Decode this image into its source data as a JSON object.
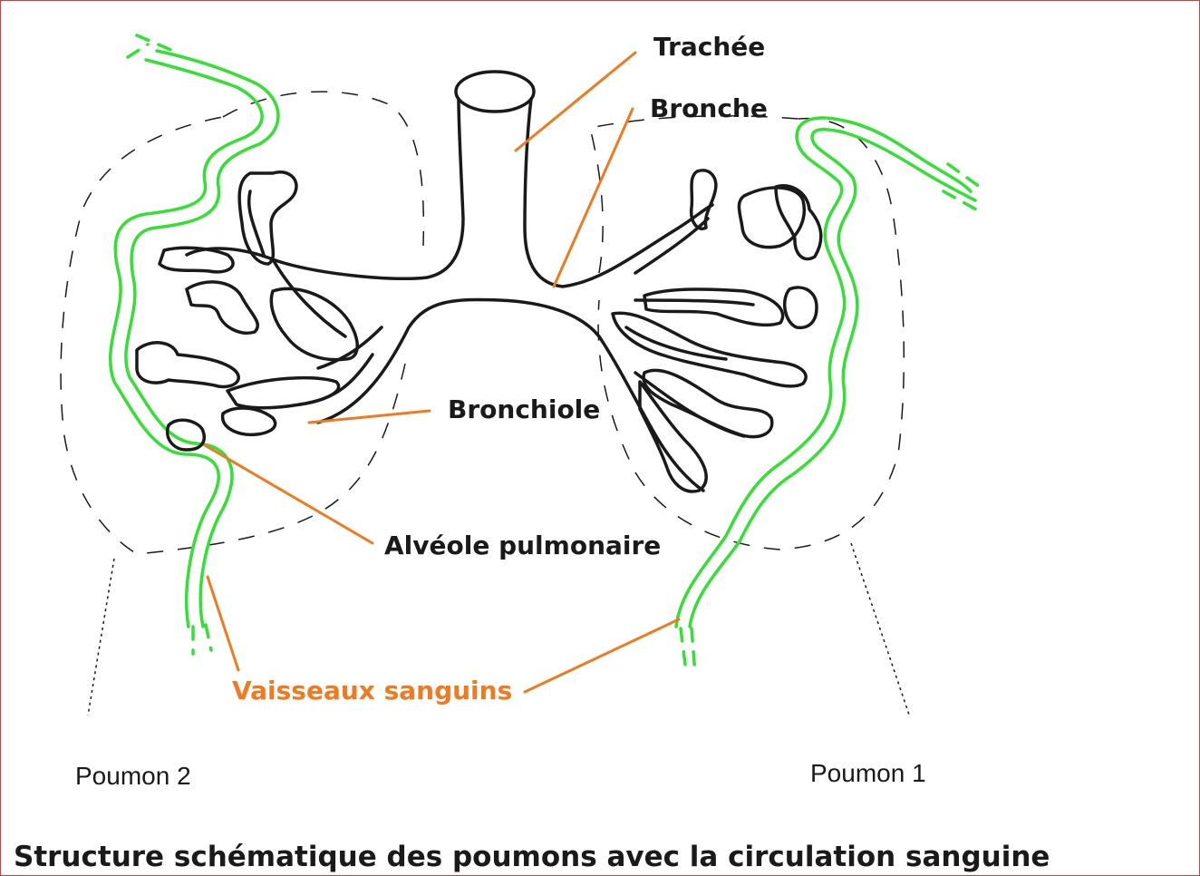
{
  "labels": {
    "trachee": "Trachée",
    "bronche": "Bronche",
    "bronchiole": "Bronchiole",
    "alveole": "Alvéole pulmonaire",
    "vaisseaux": "Vaisseaux sanguins",
    "poumon2": "Poumon 2",
    "poumon1": "Poumon 1"
  },
  "caption": "Structure schématique des poumons avec la circulation sanguine",
  "colors": {
    "border": "#c9423f",
    "airway": "#1a1a1a",
    "vessels": "#33e033",
    "leaders": "#f07a20",
    "vessels_label": "#f07a20"
  }
}
